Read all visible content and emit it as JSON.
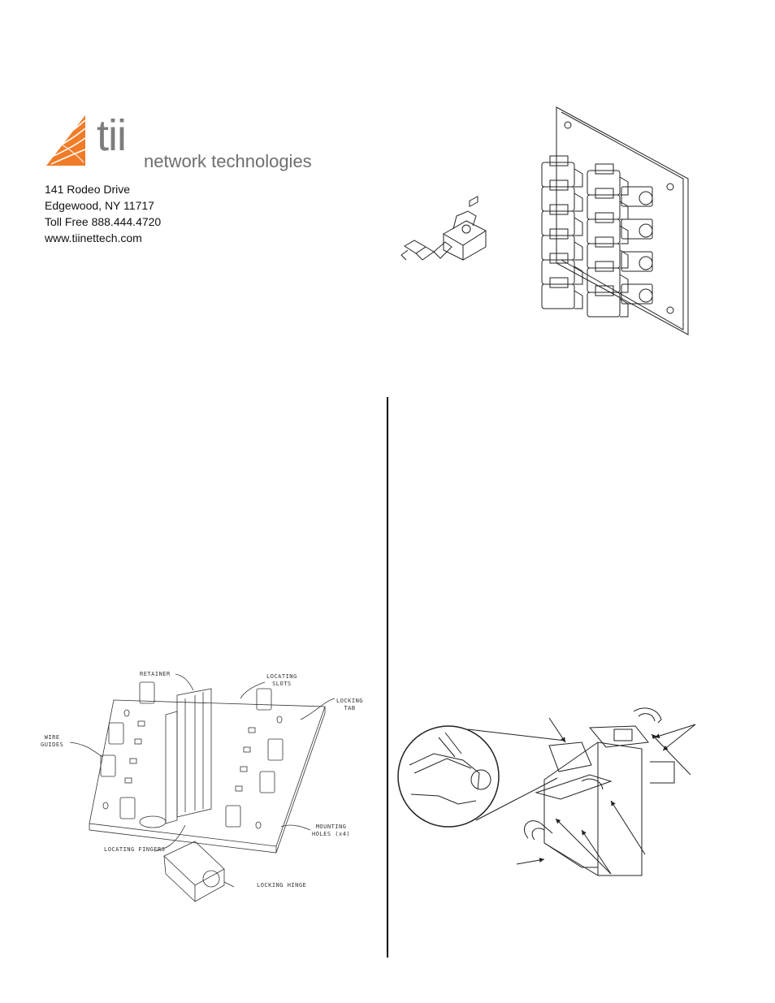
{
  "logo": {
    "brand": "tii",
    "subtitle": "network technologies",
    "accent_color": "#f07c28"
  },
  "address": {
    "street": "141 Rodeo Drive",
    "city": "Edgewood, NY 11717",
    "phone": "Toll Free 888.444.4720",
    "website": "www.tiinettech.com"
  },
  "diagram_left": {
    "labels": {
      "retainer": "RETAINER",
      "locating_slots": [
        "LOCATING",
        "SLOTS"
      ],
      "locking_tab": [
        "LOCKING",
        "TAB"
      ],
      "wire_guides": [
        "WIRE",
        "GUIDES"
      ],
      "mounting_holes": [
        "MOUNTING",
        "HOLES (x4)"
      ],
      "locating_fingers": "LOCATING FINGERS",
      "locking_hinge": "LOCKING HINGE"
    }
  },
  "icons": {
    "module_small": "protector-module-icon",
    "panel": "mounting-panel-icon"
  }
}
